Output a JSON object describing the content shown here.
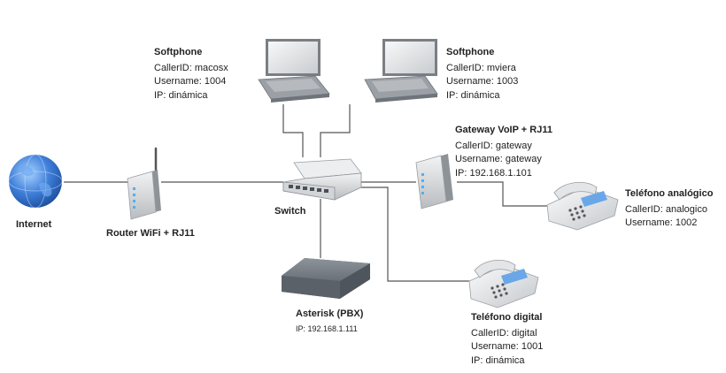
{
  "nodes": {
    "softphone_left": {
      "title": "Softphone",
      "lines": [
        "CallerID: macosx",
        "Username: 1004",
        "IP: dinámica"
      ]
    },
    "softphone_right": {
      "title": "Softphone",
      "lines": [
        "CallerID: mviera",
        "Username: 1003",
        "IP: dinámica"
      ]
    },
    "gateway": {
      "title": "Gateway VoIP + RJ11",
      "lines": [
        "CallerID: gateway",
        "Username: gateway",
        "IP: 192.168.1.101"
      ]
    },
    "telefono_analogico": {
      "title": "Teléfono analógico",
      "lines": [
        "CallerID: analogico",
        "Username: 1002"
      ]
    },
    "internet": {
      "title": "Internet"
    },
    "router": {
      "title": "Router WiFi + RJ11"
    },
    "switch": {
      "title": "Switch"
    },
    "asterisk": {
      "title": "Asterisk (PBX)",
      "lines": [
        "IP: 192.168.1.111"
      ]
    },
    "telefono_digital": {
      "title": "Teléfono digital",
      "lines": [
        "CallerID: digital",
        "Username: 1001",
        "IP: dinámica"
      ]
    }
  },
  "colors": {
    "line": "#555555",
    "device_gray": "#d6d8da",
    "globe_blue": "#3f7fd9",
    "pbx_gray": "#6a7078"
  }
}
